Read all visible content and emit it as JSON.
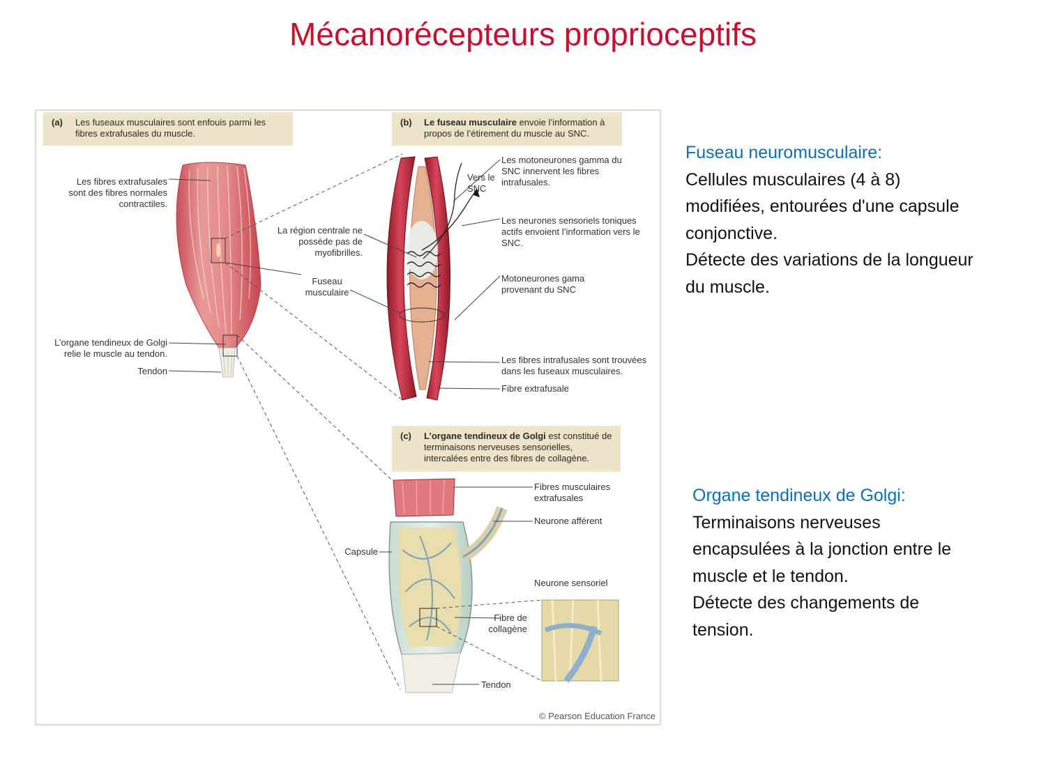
{
  "title": "Mécanorécepteurs proprioceptifs",
  "figure": {
    "caption_a": {
      "letter": "(a)",
      "text": "Les fuseaux musculaires sont enfouis parmi les fibres extrafusales du muscle."
    },
    "caption_b": {
      "letter": "(b)",
      "bold": "Le fuseau musculaire",
      "text": " envoie l’information à propos de l’étirement du muscle au SNC."
    },
    "caption_c": {
      "letter": "(c)",
      "bold": "L’organe tendineux de Golgi",
      "text": " est constitué de terminaisons nerveuses sensorielles, intercalées entre des fibres de collagène."
    },
    "labels_a": {
      "extrafusal": "Les fibres extrafusales sont des fibres normales contractiles.",
      "central_region": "La région centrale ne possède pas de myofibrilles.",
      "spindle": "Fuseau musculaire",
      "golgi": "L’organe tendineux de Golgi relie le muscle au tendon.",
      "tendon": "Tendon"
    },
    "labels_b": {
      "to_cns": "Vers le SNC",
      "gamma": "Les motoneurones gamma du SNC innervent les fibres intrafusales.",
      "tonic": "Les neurones sensoriels toniques actifs envoient l’information vers le SNC.",
      "gama_motor": "Motoneurones gama provenant du SNC",
      "intrafusal": "Les fibres intrafusales sont trouvées dans les fuseaux musculaires.",
      "extrafusal_fiber": "Fibre extrafusale"
    },
    "labels_c": {
      "extrafusal_muscle": "Fibres musculaires extrafusales",
      "afferent": "Neurone afférent",
      "capsule": "Capsule",
      "sensory": "Neurone sensoriel",
      "collagen": "Fibre de collagène",
      "tendon": "Tendon"
    },
    "copyright": "© Pearson Education France"
  },
  "spindle_text": {
    "heading": "Fuseau neuromusculaire:",
    "lines": [
      "Cellules musculaires (4 à 8)",
      "modifiées, entourées d'une capsule",
      "conjonctive.",
      "Détecte des variations de la longueur",
      "du muscle."
    ]
  },
  "golgi_text": {
    "heading": "Organe tendineux de Golgi:",
    "lines": [
      "Terminaisons nerveuses",
      "encapsulées à la jonction entre le",
      "muscle et le tendon.",
      "Détecte des changements de",
      "tension."
    ]
  }
}
